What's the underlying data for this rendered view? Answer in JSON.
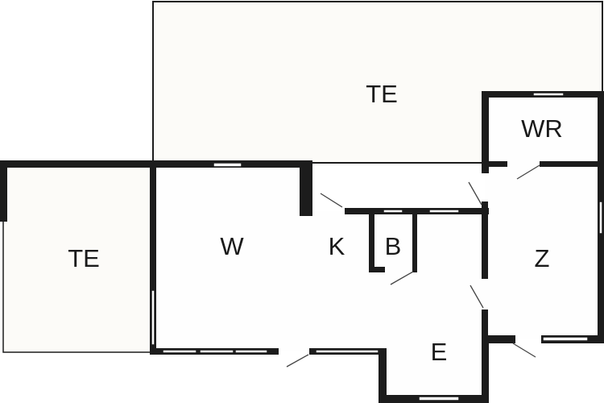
{
  "rooms": {
    "terrace_top": "TE",
    "wr": "WR",
    "terrace_left": "TE",
    "w": "W",
    "k": "K",
    "b": "B",
    "z": "Z",
    "e": "E"
  }
}
